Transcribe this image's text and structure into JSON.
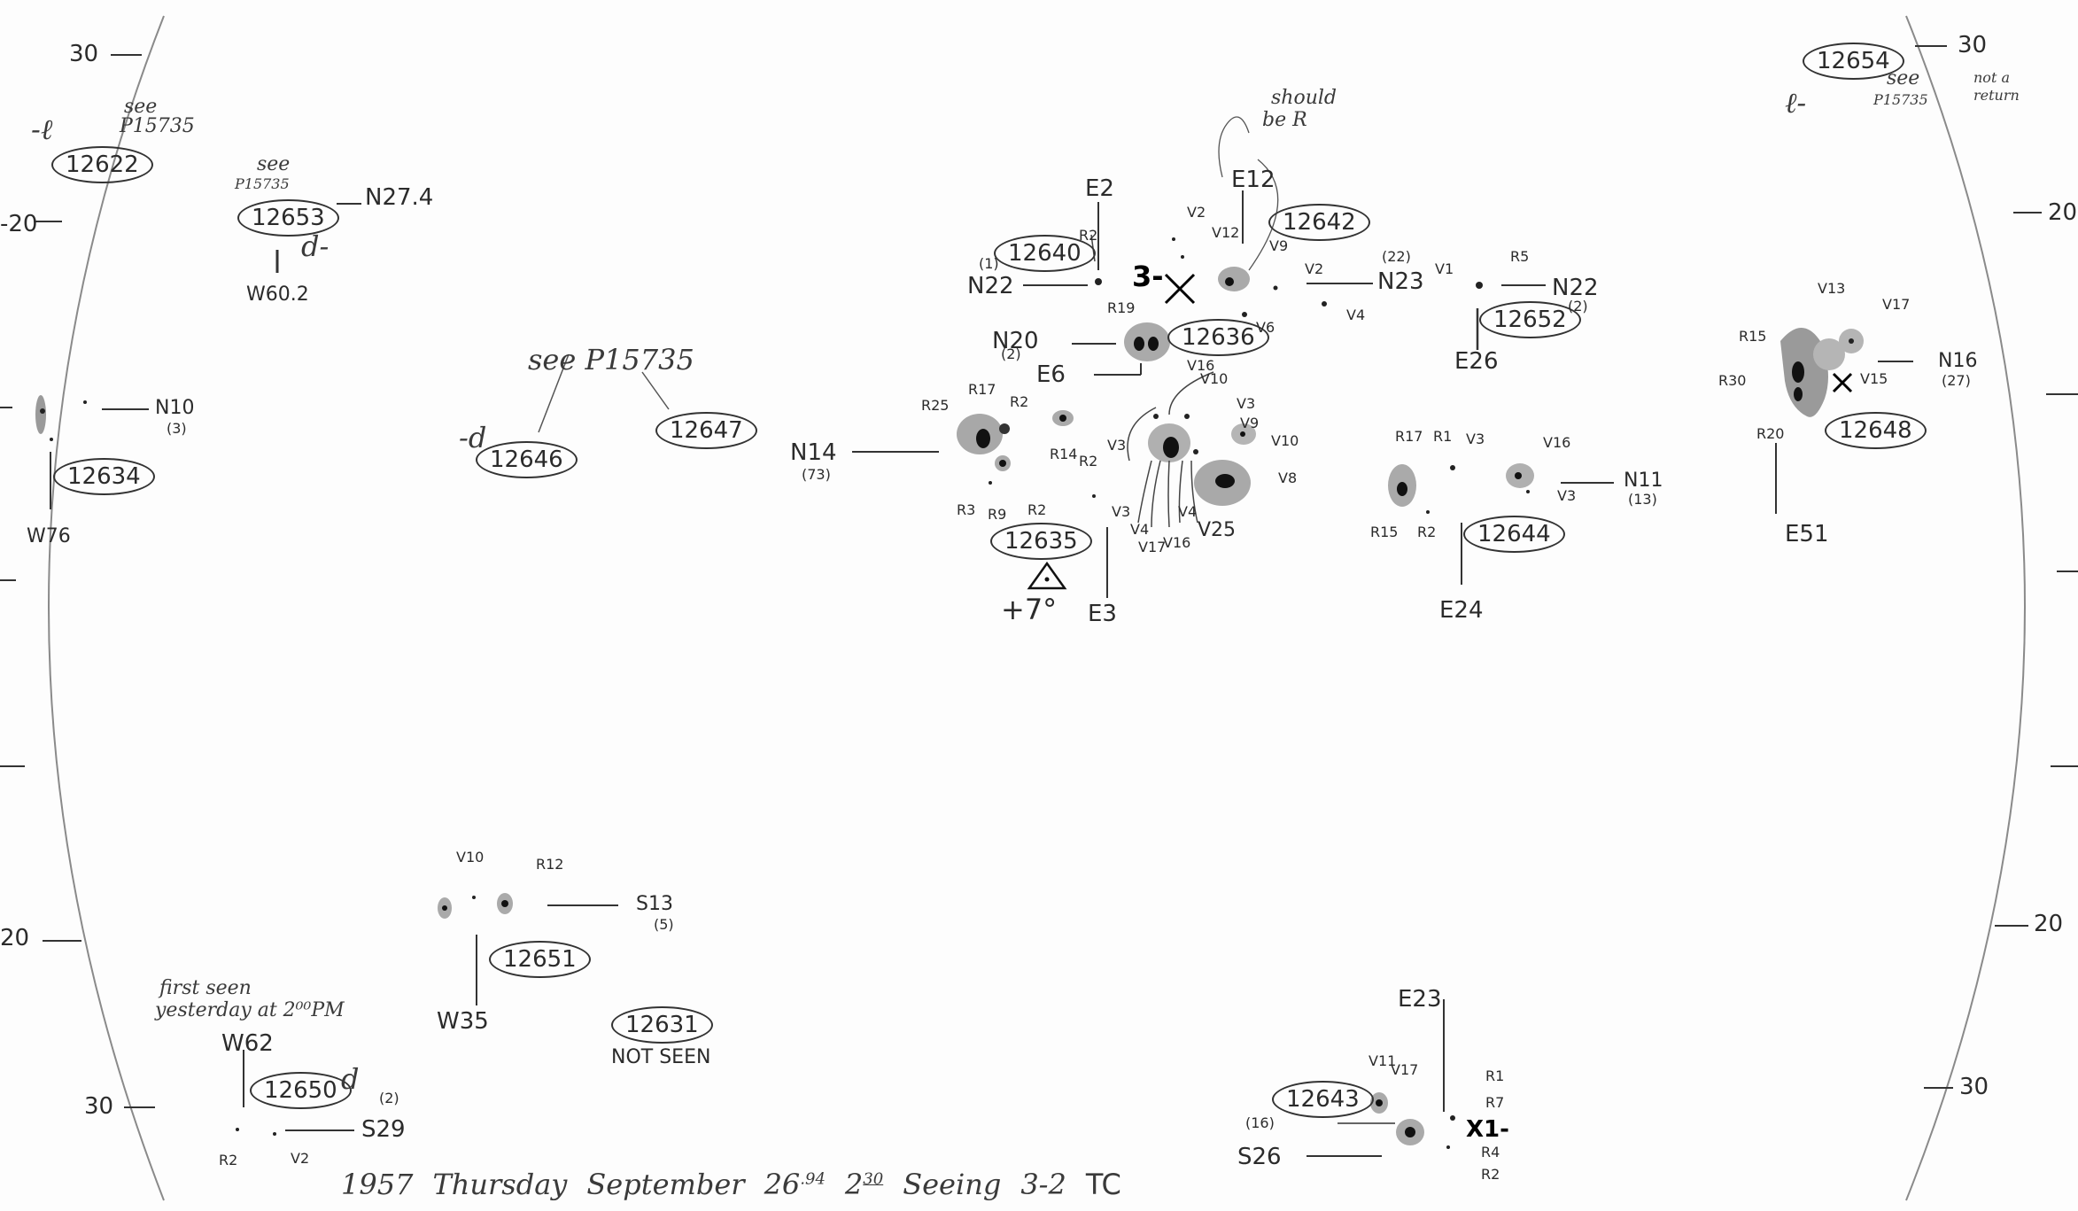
{
  "ticks": {
    "left_top_30": "30",
    "left_20": "-20",
    "left_bottom_20": "20",
    "left_bottom_30": "30",
    "right_top_30": "30",
    "right_20": "20",
    "right_bottom_20": "20",
    "right_bottom_30": "30"
  },
  "groups": {
    "g12622": {
      "region": "12622",
      "note1": "-ℓ",
      "note2": "see",
      "note3": "P15735"
    },
    "g12653": {
      "region": "12653",
      "see": "see",
      "ref": "P15735",
      "lat": "N27.4",
      "lon": "W60.2",
      "mark": "d-"
    },
    "g12634": {
      "region": "12634",
      "lat": "N10",
      "count": "(3)",
      "lon": "W76"
    },
    "g12646": {
      "region": "12646",
      "note": "see P15735",
      "mark": "-d"
    },
    "g12647": {
      "region": "12647"
    },
    "g12635": {
      "region": "12635",
      "lat": "N14",
      "count": "(73)",
      "lon": "E3",
      "temp": "+7°",
      "spots": [
        "R25",
        "R17",
        "R2",
        "R14",
        "R2",
        "R3",
        "R9",
        "R2",
        "V16",
        "V10",
        "V3",
        "V9",
        "V10",
        "V8",
        "V3",
        "V3",
        "V4",
        "V17",
        "V16",
        "V4",
        "V25"
      ]
    },
    "g12640": {
      "region": "12640",
      "count": "(1)",
      "spot": "R2",
      "lat": "N22",
      "lon": "E2"
    },
    "g12636": {
      "region": "12636",
      "spot": "R19",
      "lat": "N20",
      "count": "(2)",
      "lon": "E6"
    },
    "g12642": {
      "region": "12642",
      "lon": "E12",
      "note1": "should",
      "note2": "be R",
      "lat": "N23",
      "count": "(22)",
      "markx": "3-",
      "spots": [
        "V2",
        "V12",
        "V9",
        "V2",
        "V1",
        "V6",
        "V4"
      ]
    },
    "g12652": {
      "region": "12652",
      "count": "(2)",
      "spot": "R5",
      "lat": "N22",
      "lon": "E26"
    },
    "g12644": {
      "region": "12644",
      "lat": "N11",
      "count": "(13)",
      "lon": "E24",
      "spots": [
        "R17",
        "R1",
        "V3",
        "V16",
        "V3",
        "R15",
        "R2"
      ]
    },
    "g12654": {
      "region": "12654",
      "mark": "ℓ-",
      "see": "see",
      "ref": "P15735",
      "note1": "not a",
      "note2": "return"
    },
    "g12648": {
      "region": "12648",
      "lat": "N16",
      "count": "(27)",
      "lon": "E51",
      "spots": [
        "V13",
        "V17",
        "R15",
        "R30",
        "V15",
        "R20"
      ]
    },
    "g12651": {
      "region": "12651",
      "lat": "S13",
      "count": "(5)",
      "lon": "W35",
      "spots": [
        "V10",
        "R12"
      ]
    },
    "g12631": {
      "region": "12631",
      "status": "NOT SEEN"
    },
    "g12650": {
      "region": "12650",
      "note1": "first seen",
      "note2": "yesterday at 2⁰⁰PM",
      "lon": "W62",
      "mark": "d",
      "count": "(2)",
      "lat": "S29",
      "spots": [
        "R2",
        "V2"
      ]
    },
    "g12643": {
      "region": "12643",
      "lon": "E23",
      "count": "(16)",
      "lat": "S26",
      "markx": "X1-",
      "spots": [
        "V11",
        "V17",
        "R1",
        "R7",
        "R4",
        "R2"
      ]
    }
  },
  "footer": {
    "year": "1957",
    "weekday": "Thursday",
    "month": "September",
    "day": "26",
    "day_frac": ".94",
    "hour": "2",
    "minute": "30",
    "seeing_label": "Seeing",
    "seeing": "3-2",
    "observer": "TC"
  }
}
